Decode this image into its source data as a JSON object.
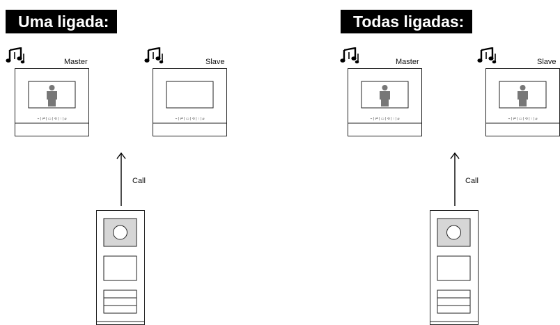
{
  "panels": [
    {
      "title": "Uma ligada:",
      "monitors": [
        {
          "label": "Master",
          "screen": "person",
          "ringing": true
        },
        {
          "label": "Slave",
          "screen": "blank",
          "ringing": true
        }
      ],
      "call_label": "Call"
    },
    {
      "title": "Todas ligadas:",
      "monitors": [
        {
          "label": "Master",
          "screen": "person",
          "ringing": true
        },
        {
          "label": "Slave",
          "screen": "person",
          "ringing": true
        }
      ],
      "call_label": "Call"
    }
  ],
  "icons": {
    "ringing": "music-note-icon",
    "arrow": "arrow-up-icon"
  }
}
